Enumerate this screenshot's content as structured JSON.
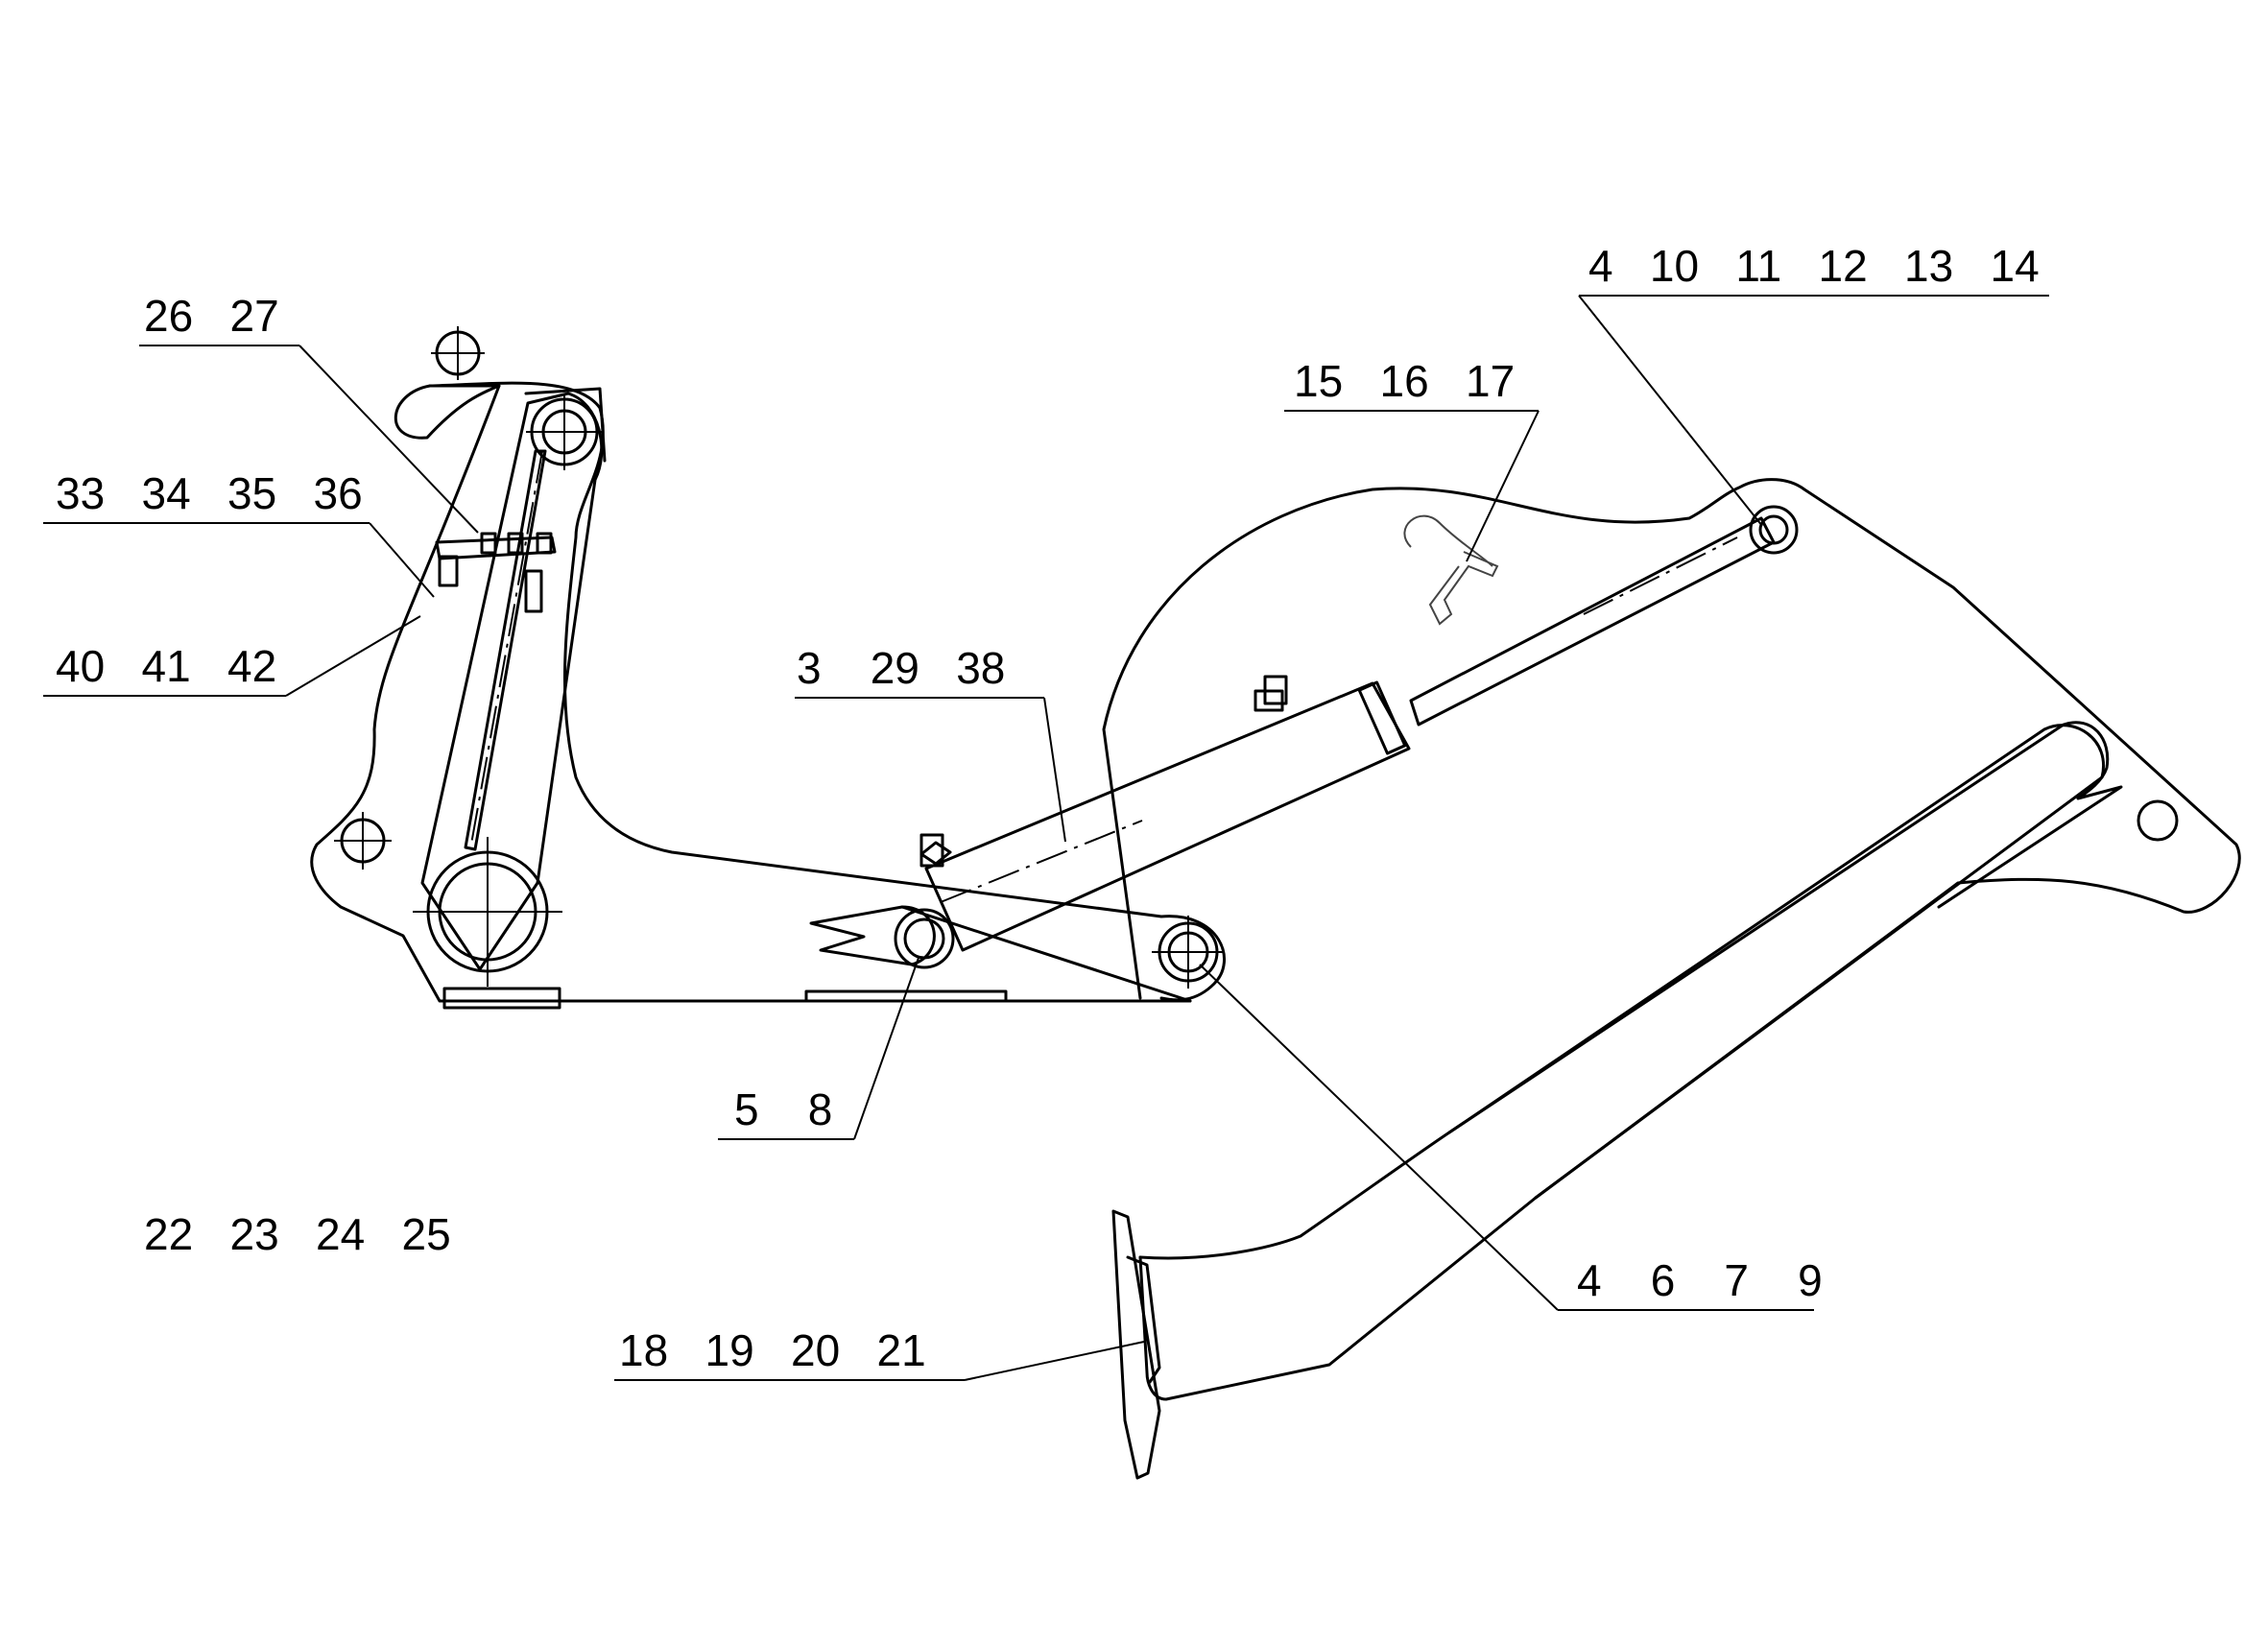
{
  "callouts": {
    "c1": "26   27",
    "c2": "33   34   35   36",
    "c3": "40   41   42",
    "c4": "15   16   17",
    "c5": "4   10   11   12   13   14",
    "c6": "3    29   38",
    "c7": "5    8",
    "c8": "22   23   24   25",
    "c9": "4    6    7    9",
    "c10": "18   19   20   21"
  },
  "colors": {
    "line": "#000000",
    "background": "#ffffff"
  }
}
